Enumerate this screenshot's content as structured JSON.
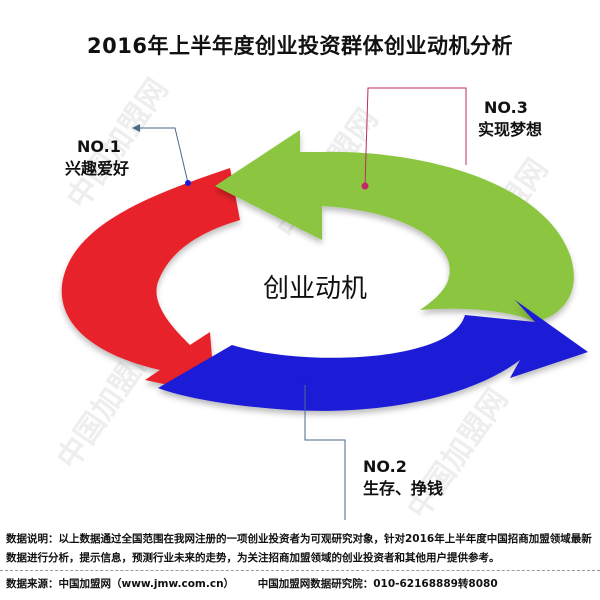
{
  "title": "2016年上半年度创业投资群体创业动机分析",
  "center_label": "创业动机",
  "callouts": [
    {
      "rank": "NO.1",
      "text": "兴趣爱好",
      "color": "#e8212a"
    },
    {
      "rank": "NO.2",
      "text": "生存、挣钱",
      "color": "#1b1bd6"
    },
    {
      "rank": "NO.3",
      "text": "实现梦想",
      "color": "#8cc63f"
    }
  ],
  "colors": {
    "red_arrow": "#e8212a",
    "blue_arrow": "#1b1bd6",
    "green_arrow": "#8cc63f",
    "red_leader": "#4a6a8a",
    "blue_leader": "#4a6a8a",
    "pink_leader": "#c0286b"
  },
  "watermark_text": "中国加盟网",
  "footer": {
    "note": "数据说明：以上数据通过全国范围在我网注册的一项创业投资者为可观研究对象，针对2016年上半年度中国招商加盟领域最新数据进行分析，提示信息，预测行业未来的走势，为关注招商加盟领域的创业投资者和其他用户提供参考。",
    "source": "数据来源：中国加盟网（www.jmw.com.cn）",
    "institute": "中国加盟网数据研究院：010-62168889转8080"
  }
}
